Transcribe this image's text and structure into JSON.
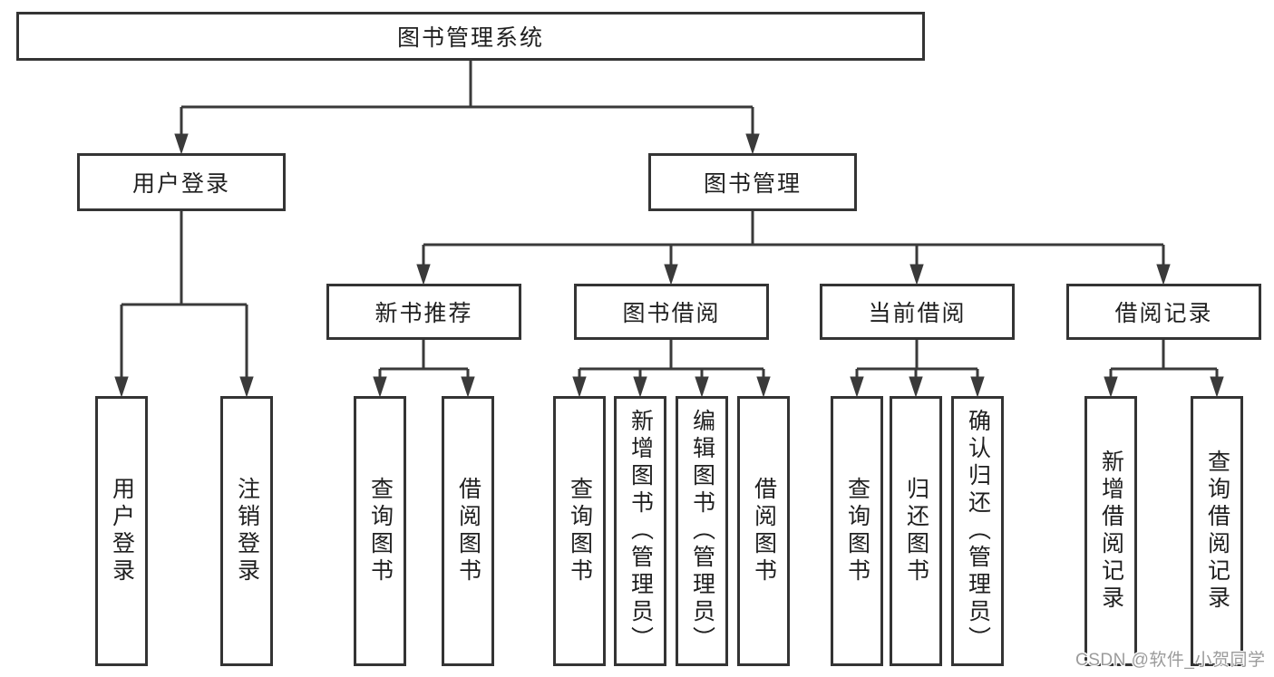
{
  "tree": {
    "root": {
      "label": "图书管理系统"
    },
    "children": [
      {
        "label": "用户登录",
        "children": [
          {
            "label": "用户登录"
          },
          {
            "label": "注销登录"
          }
        ]
      },
      {
        "label": "图书管理",
        "children": [
          {
            "label": "新书推荐",
            "children": [
              {
                "label": "查询图书"
              },
              {
                "label": "借阅图书"
              }
            ]
          },
          {
            "label": "图书借阅",
            "children": [
              {
                "label": "查询图书"
              },
              {
                "label": "新增图书（管理员）"
              },
              {
                "label": "编辑图书（管理员）"
              },
              {
                "label": "借阅图书"
              }
            ]
          },
          {
            "label": "当前借阅",
            "children": [
              {
                "label": "查询图书"
              },
              {
                "label": "归还图书"
              },
              {
                "label": "确认归还（管理员）"
              }
            ]
          },
          {
            "label": "借阅记录",
            "children": [
              {
                "label": "新增借阅记录"
              },
              {
                "label": "查询借阅记录"
              }
            ]
          }
        ]
      }
    ]
  },
  "watermark": {
    "text": "CSDN @软件_小贺同学"
  },
  "colors": {
    "line": "#3a3a3a",
    "box_border": "#343434",
    "text": "#1f1f1f",
    "watermark": "#9b9b9b",
    "background": "#ffffff"
  }
}
